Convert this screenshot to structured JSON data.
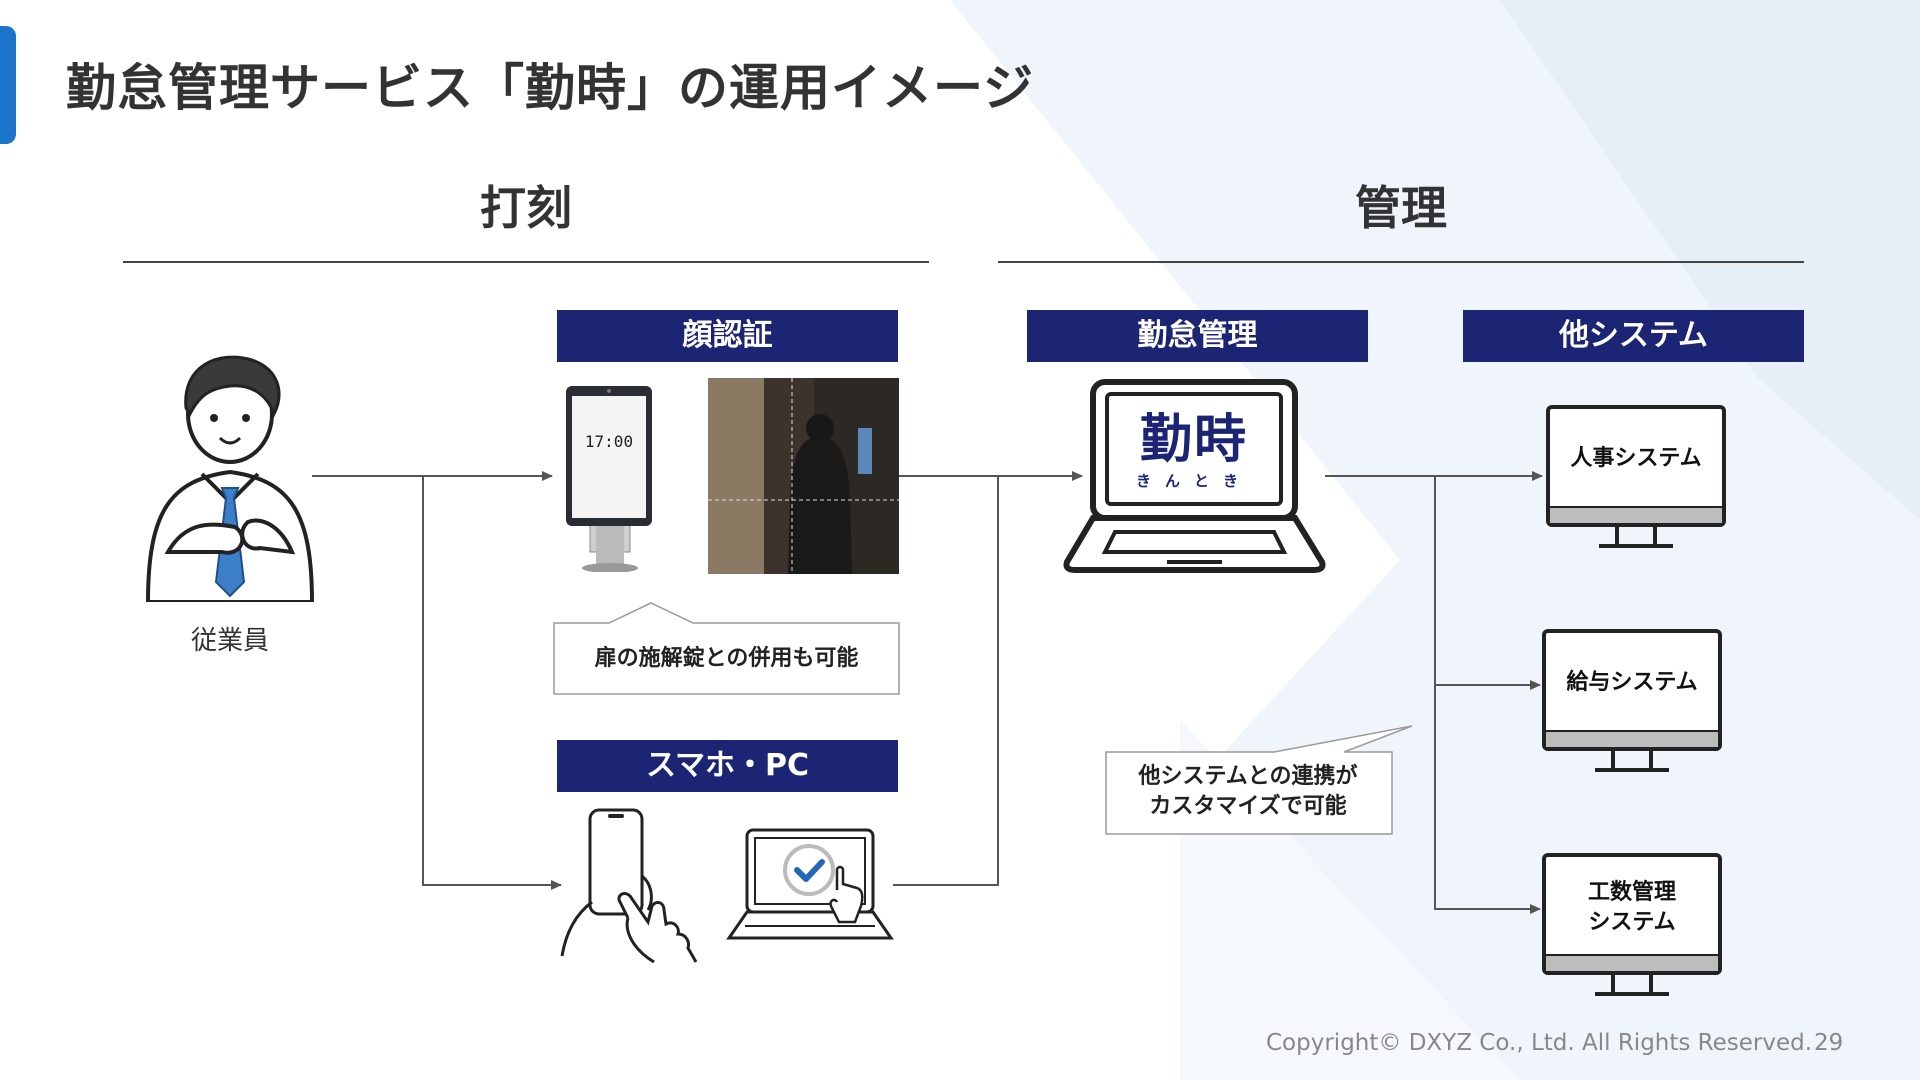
{
  "page": {
    "title": "勤怠管理サービス「勤時」の運用イメージ",
    "footer": "Copyright© DXYZ Co., Ltd. All Rights Reserved.",
    "page_number": "29",
    "accent_color": "#1a74c9",
    "banner_color": "#1c2574"
  },
  "sections": {
    "clock_in": "打刻",
    "management": "管理"
  },
  "employee": {
    "label": "従業員",
    "icon": "employee-icon"
  },
  "face_auth": {
    "banner": "顔認証",
    "device_time": "17:00",
    "callout": "扉の施解錠との併用も可能"
  },
  "mobile_pc": {
    "banner": "スマホ・PC"
  },
  "attendance": {
    "banner": "勤怠管理",
    "logo_main": "勤時",
    "logo_sub": "きんとき"
  },
  "other_systems": {
    "banner": "他システム",
    "hr": "人事システム",
    "payroll": "給与システム",
    "manhour_line1": "工数管理",
    "manhour_line2": "システム",
    "callout_line1": "他システムとの連携が",
    "callout_line2": "カスタマイズで可能"
  }
}
